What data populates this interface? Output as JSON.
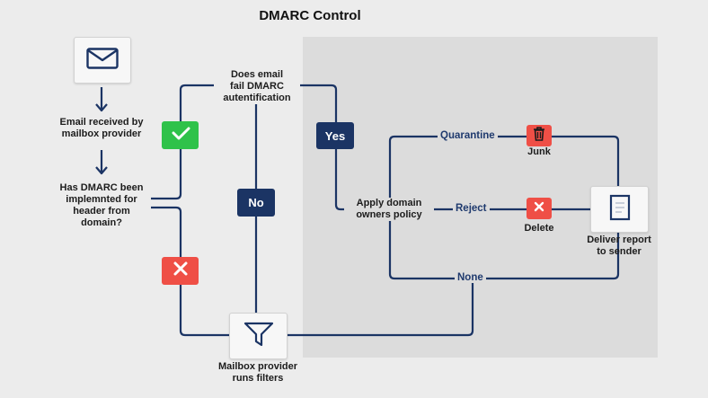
{
  "diagram": {
    "title": "DMARC Control",
    "nodes": {
      "email_received": "Email received by\nmailbox provider",
      "has_dmarc": "Has DMARC been\nimplemnted for\nheader from\ndomain?",
      "fail_dmarc": "Does email\nfail DMARC\nautentification",
      "apply_policy": "Apply domain\nowners policy",
      "junk": "Junk",
      "delete": "Delete",
      "deliver_report": "Deliver report\nto sender",
      "mailbox_filters": "Mailbox provider\nruns filters"
    },
    "edges": {
      "yes": "Yes",
      "no": "No",
      "quarantine": "Quarantine",
      "reject": "Reject",
      "none": "None"
    },
    "icons": {
      "email": "envelope-icon",
      "yes_check": "check-icon",
      "no_cross": "x-icon",
      "junk": "trash-icon",
      "delete": "x-icon",
      "report": "document-icon",
      "filter": "funnel-icon"
    },
    "colors": {
      "line": "#1b3464",
      "green": "#2fc24a",
      "red": "#ef4f46",
      "navy": "#1b3464"
    }
  }
}
